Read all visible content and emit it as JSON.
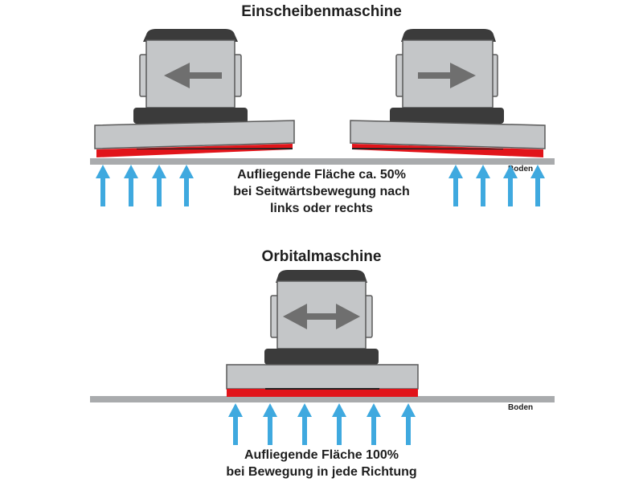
{
  "top": {
    "title": "Einscheibenmaschine",
    "caption_lines": [
      "Aufliegende Fläche ca. 50%",
      "bei Seitwärtsbewegung nach",
      "links oder rechts"
    ],
    "floor_label": "Boden",
    "left_machine_arrow": "left-arrow-icon",
    "right_machine_arrow": "right-arrow-icon",
    "pad_tilt": "tilted"
  },
  "bottom": {
    "title": "Orbitalmaschine",
    "caption_lines": [
      "Aufliegende Fläche 100%",
      "bei Bewegung in jede Richtung"
    ],
    "floor_label": "Boden",
    "machine_arrow": "double-arrow-icon",
    "pad_tilt": "flat"
  },
  "colors": {
    "floor": "#a9abad",
    "machine_body": "#c4c6c8",
    "machine_dark": "#3b3b3b",
    "machine_outline": "#5a5a5a",
    "pad_red": "#e1141a",
    "support_arrow": "#3fa9df",
    "motion_arrow": "#6f6f6f",
    "text": "#1e1e1e"
  }
}
